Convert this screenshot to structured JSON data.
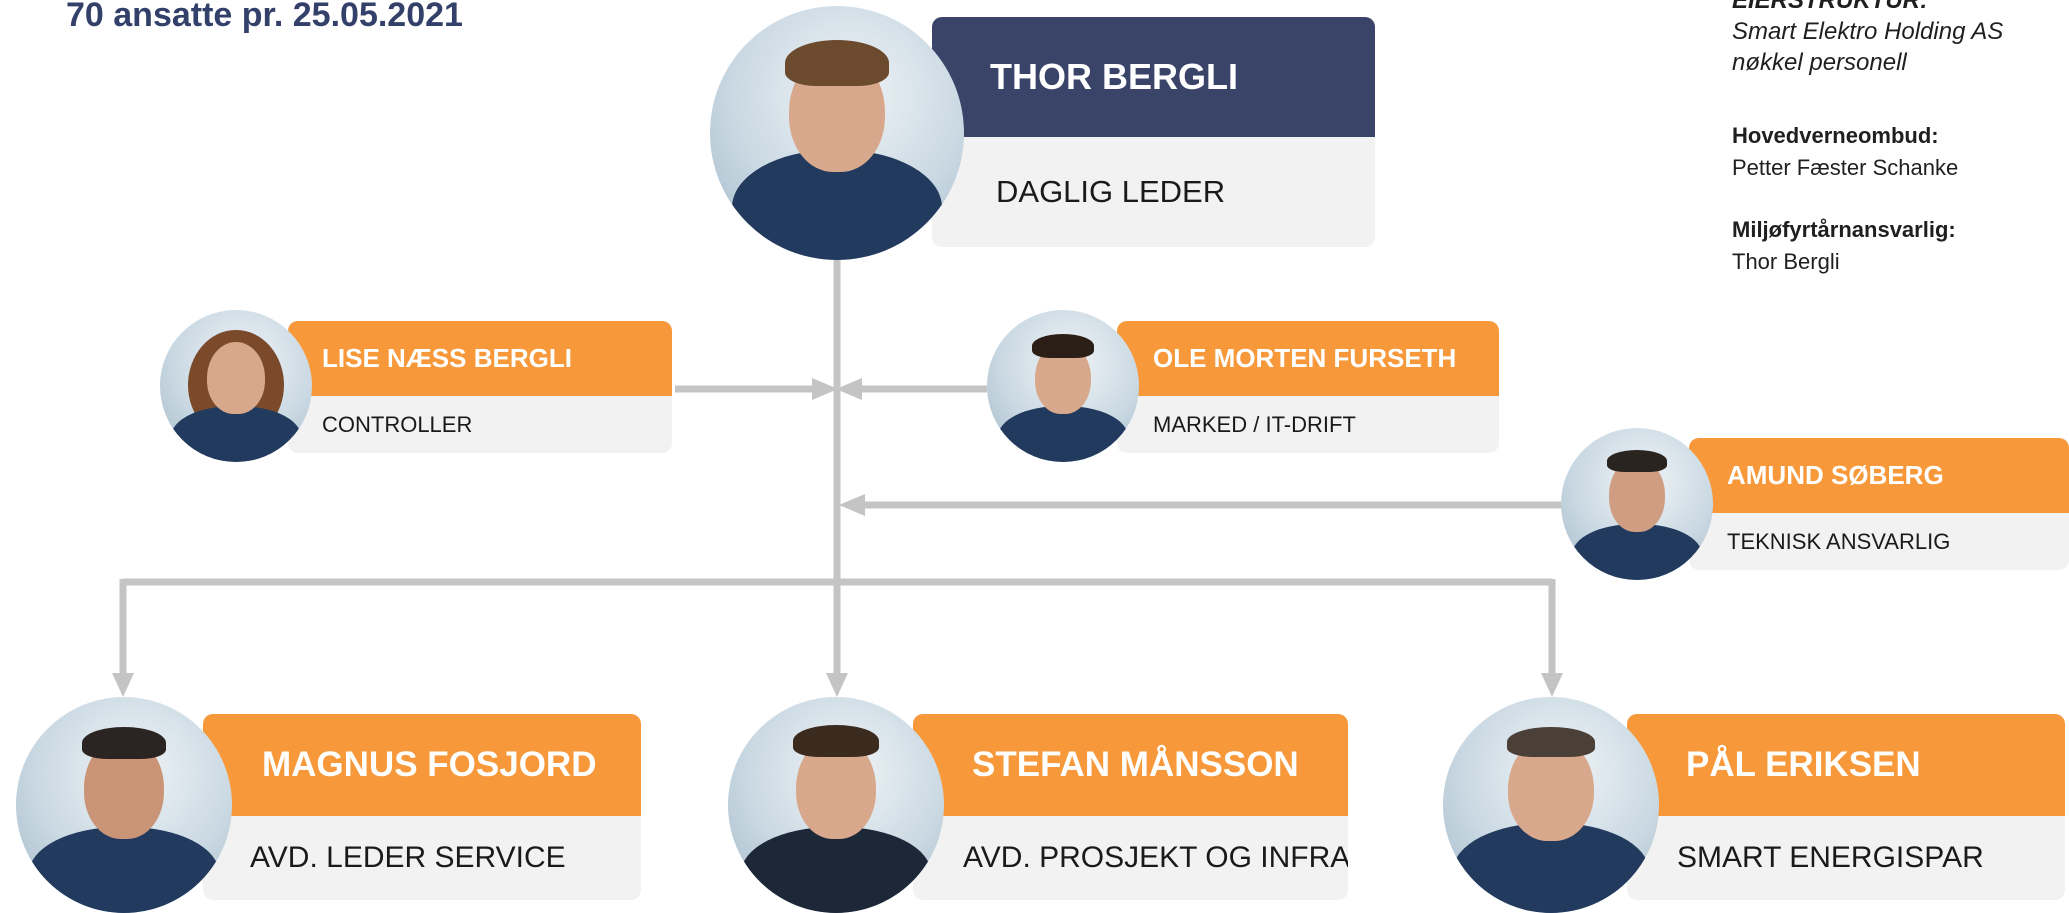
{
  "header": {
    "employee_count": "70 ansatte pr. 25.05.2021"
  },
  "info": {
    "ownership_title": "EIERSTRUKTUR:",
    "ownership_line1": "Smart Elektro Holding AS",
    "ownership_line2": "nøkkel personell",
    "safety_label": "Hovedverneombud:",
    "safety_name": "Petter Fæster Schanke",
    "eco_label": "Miljøfyrtårnansvarlig:",
    "eco_name": "Thor Bergli"
  },
  "colors": {
    "navy": "#3a4468",
    "orange": "#f7993a",
    "card_bg": "#f2f2f2",
    "connector": "#c4c4c4",
    "title": "#33406a"
  },
  "people": {
    "ceo": {
      "name": "THOR BERGLI",
      "role": "DAGLIG LEDER"
    },
    "controller": {
      "name": "LISE NÆSS BERGLI",
      "role": "CONTROLLER"
    },
    "marketing": {
      "name": "OLE MORTEN FURSETH",
      "role": "MARKED / IT-DRIFT"
    },
    "technical": {
      "name": "AMUND SØBERG",
      "role": "TEKNISK ANSVARLIG"
    },
    "service": {
      "name": "MAGNUS FOSJORD",
      "role": "AVD. LEDER SERVICE"
    },
    "projects": {
      "name": "STEFAN MÅNSSON",
      "role": "AVD. PROSJEKT OG INFRA"
    },
    "energy": {
      "name": "PÅL ERIKSEN",
      "role": "SMART ENERGISPAR"
    }
  }
}
